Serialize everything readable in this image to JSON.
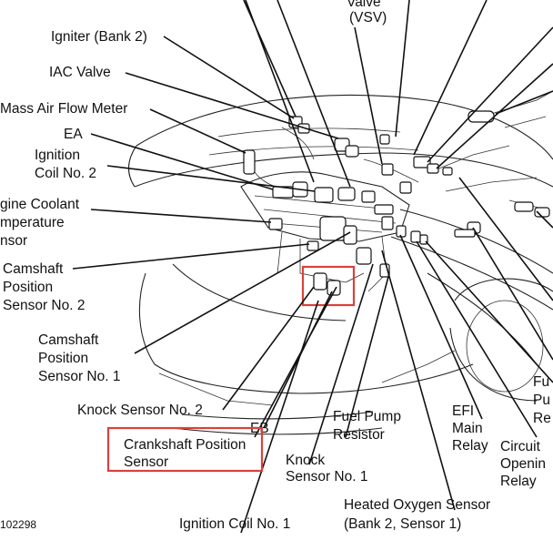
{
  "diagram": {
    "reference_code": "102298",
    "highlight_color": "#d9413b",
    "labels": {
      "vsv_valve": "Valve",
      "vsv": "(VSV)",
      "igniter_bank2": "Igniter (Bank 2)",
      "iac_valve": "IAC Valve",
      "maf_meter": "Mass Air Flow Meter",
      "ea": "EA",
      "ignition_coil2_l1": "Ignition",
      "ignition_coil2_l2": "Coil No. 2",
      "coolant_l1": "gine Coolant",
      "coolant_l2": "mperature",
      "coolant_l3": "nsor",
      "cam2_l1": "Camshaft",
      "cam2_l2": "Position",
      "cam2_l3": "Sensor No. 2",
      "cam1_l1": "Camshaft",
      "cam1_l2": "Position",
      "cam1_l3": "Sensor No. 1",
      "knock2": "Knock Sensor No. 2",
      "eb": "EB",
      "crank_l1": "Crankshaft Position",
      "crank_l2": "Sensor",
      "knock1_l1": "Knock",
      "knock1_l2": "Sensor No. 1",
      "fuel_resistor_l1": "Fuel Pump",
      "fuel_resistor_l2": "Resistor",
      "efi_l1": "EFI",
      "efi_l2": "Main",
      "efi_l3": "Relay",
      "circuit_l1": "Circuit",
      "circuit_l2": "Openin",
      "circuit_l3": "Relay",
      "fuel_pump_l1": "Fu",
      "fuel_pump_l2": "Pu",
      "fuel_pump_l3": "Re",
      "ho2s_l1": "Heated Oxygen Sensor",
      "ho2s_l2": "(Bank 2, Sensor 1)",
      "ignition_coil1": "Ignition Coil No. 1"
    }
  }
}
